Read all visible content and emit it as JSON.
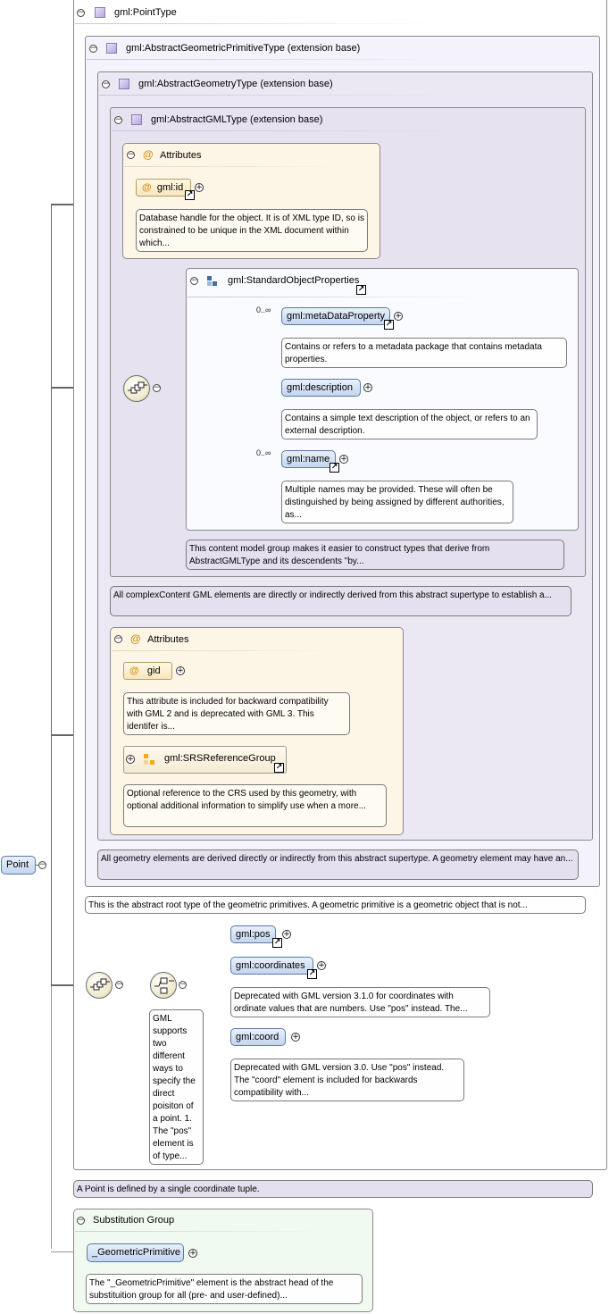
{
  "point": {
    "label": "Point"
  },
  "point_type": {
    "title": "gml:PointType"
  },
  "prim_type": {
    "title": "gml:AbstractGeometricPrimitiveType (extension base)",
    "doc": "This is the abstract root type of the geometric primitives. A geometric primitive is a geometric object that is not..."
  },
  "geom_type": {
    "title": "gml:AbstractGeometryType (extension base)",
    "doc": "All geometry elements are derived directly or indirectly from this abstract supertype. A geometry element may have an..."
  },
  "gml_type": {
    "title": "gml:AbstractGMLType (extension base)",
    "doc": "All complexContent GML elements are directly or indirectly derived from this abstract supertype to establish a..."
  },
  "attributes_gml": {
    "title": "Attributes",
    "gml_id": {
      "name": "gml:id",
      "doc": "Database handle for the object. It is of XML type ID, so is constrained to be unique in the XML document within which..."
    }
  },
  "std_props": {
    "title": "gml:StandardObjectProperties",
    "doc": "This content model group makes it easier to construct types that derive from AbstractGMLType and its descendents \"by...",
    "metadata": {
      "name": "gml:metaDataProperty",
      "card": "0..∞",
      "doc": "Contains or refers to a metadata package that contains metadata properties."
    },
    "description": {
      "name": "gml:description",
      "doc": "Contains a simple text description of the object, or refers to an external description."
    },
    "name": {
      "name": "gml:name",
      "card": "0..∞",
      "doc": "Multiple names may be provided. These will often be distinguished by being assigned by different authorities, as..."
    }
  },
  "attributes_geom": {
    "title": "Attributes",
    "gid": {
      "name": "gid",
      "doc": "This attribute is included for backward compatibility with GML 2 and is deprecated with GML 3. This identifer is..."
    },
    "srs": {
      "name": "gml:SRSReferenceGroup",
      "doc": "Optional reference to the CRS used by this geometry, with optional additional information to simplify use when a more..."
    }
  },
  "choice": {
    "doc": "GML supports two different ways to specify the direct poisiton of a point. 1. The \"pos\" element is of type...",
    "pos": {
      "name": "gml:pos"
    },
    "coordinates": {
      "name": "gml:coordinates",
      "doc": "Deprecated with GML version 3.1.0 for coordinates with ordinate values that are numbers. Use \"pos\" instead. The..."
    },
    "coord": {
      "name": "gml:coord",
      "doc": "Deprecated with GML version 3.0. Use \"pos\" instead. The \"coord\" element is included for backwards compatibility with..."
    }
  },
  "point_doc": "A Point is defined by a single coordinate tuple.",
  "subst": {
    "title": "Substitution Group",
    "element": "_GeometricPrimitive",
    "doc": "The \"_GeometricPrimitive\" element is the abstract head of the substituition group for all (pre- and user-defined)..."
  }
}
